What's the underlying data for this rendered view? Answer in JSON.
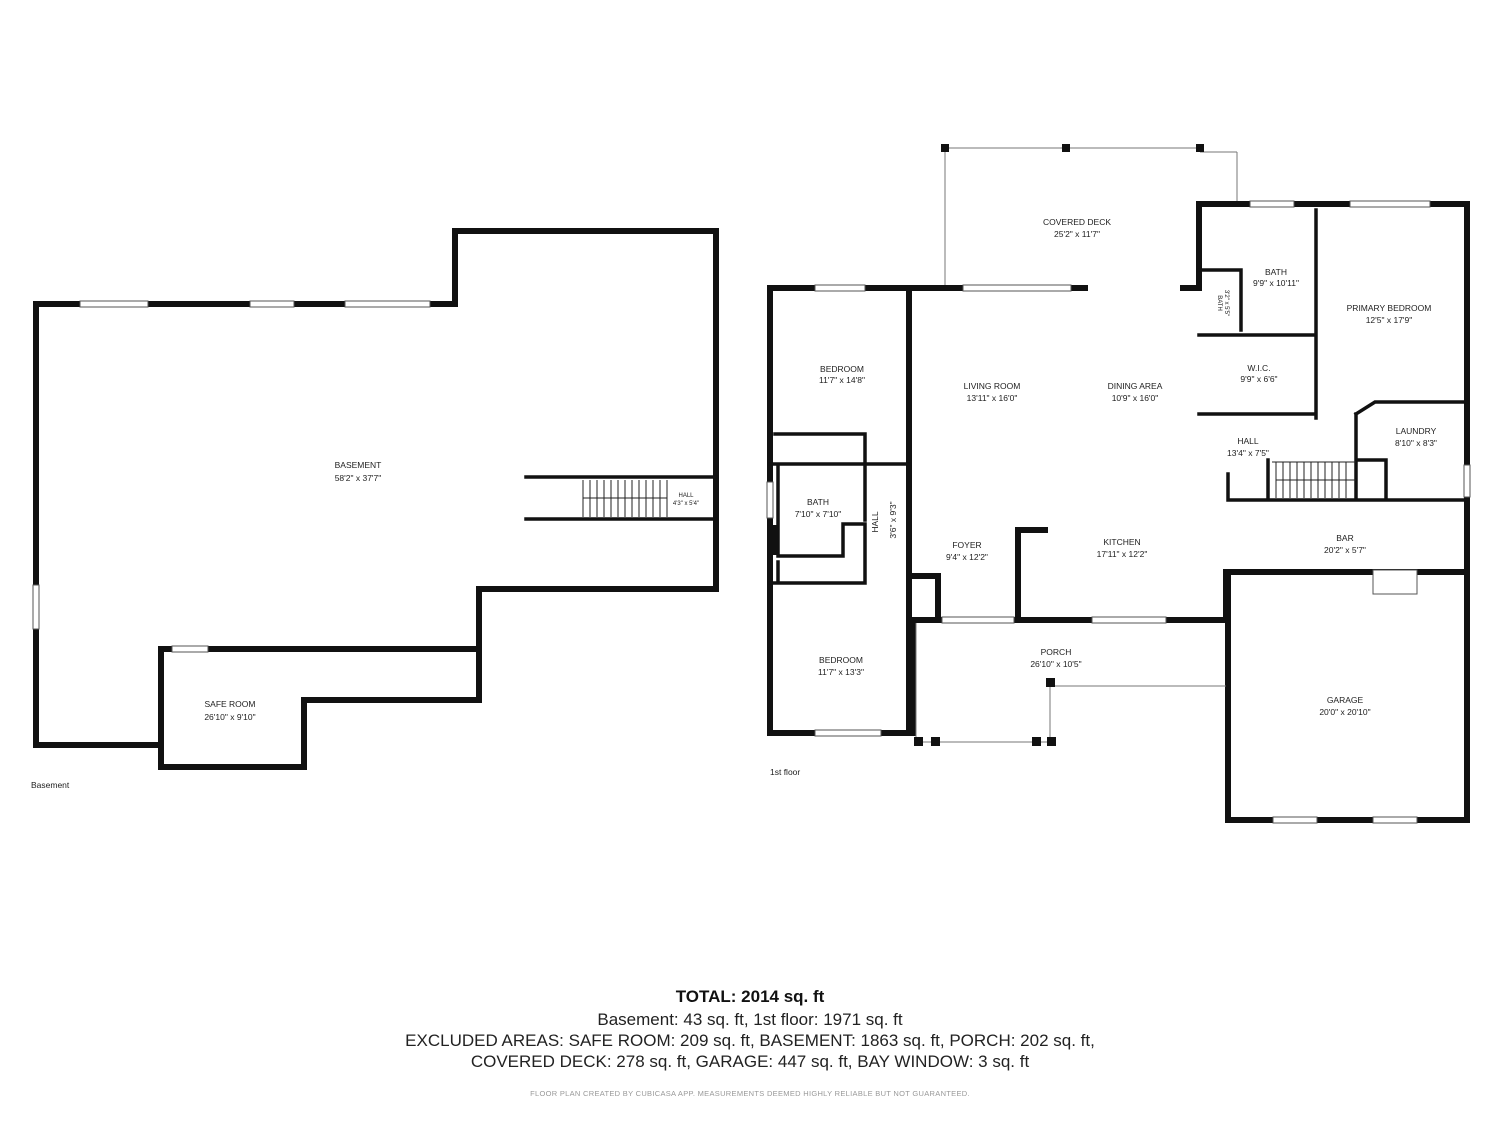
{
  "floors": {
    "basement": {
      "label": "Basement",
      "rooms": [
        {
          "name": "BASEMENT",
          "dims": "58'2\" x 37'7\""
        },
        {
          "name": "HALL",
          "dims": "4'3\" x 5'4\""
        },
        {
          "name": "SAFE ROOM",
          "dims": "26'10\" x 9'10\""
        }
      ]
    },
    "first": {
      "label": "1st floor",
      "rooms": [
        {
          "name": "COVERED DECK",
          "dims": "25'2\" x 11'7\""
        },
        {
          "name": "BATH",
          "dims": "9'9\" x 10'11\""
        },
        {
          "name": "BATH",
          "dims": "3'2\" x 5'5\""
        },
        {
          "name": "PRIMARY BEDROOM",
          "dims": "12'5\" x 17'9\""
        },
        {
          "name": "W.I.C.",
          "dims": "9'9\" x 6'6\""
        },
        {
          "name": "BEDROOM",
          "dims": "11'7\" x 14'8\""
        },
        {
          "name": "LIVING ROOM",
          "dims": "13'11\" x 16'0\""
        },
        {
          "name": "DINING AREA",
          "dims": "10'9\" x 16'0\""
        },
        {
          "name": "LAUNDRY",
          "dims": "8'10\" x 8'3\""
        },
        {
          "name": "HALL",
          "dims": "13'4\" x 7'5\""
        },
        {
          "name": "BATH",
          "dims": "7'10\" x 7'10\""
        },
        {
          "name": "HALL",
          "dims": "3'6\" x 9'3\""
        },
        {
          "name": "FOYER",
          "dims": "9'4\" x 12'2\""
        },
        {
          "name": "KITCHEN",
          "dims": "17'11\" x 12'2\""
        },
        {
          "name": "BAR",
          "dims": "20'2\" x 5'7\""
        },
        {
          "name": "BEDROOM",
          "dims": "11'7\" x 13'3\""
        },
        {
          "name": "PORCH",
          "dims": "26'10\" x 10'5\""
        },
        {
          "name": "GARAGE",
          "dims": "20'0\" x 20'10\""
        }
      ]
    }
  },
  "summary": {
    "total": "TOTAL: 2014 sq. ft",
    "line2": "Basement: 43 sq. ft, 1st floor: 1971 sq. ft",
    "line3": "EXCLUDED AREAS: SAFE ROOM: 209 sq. ft, BASEMENT: 1863 sq. ft, PORCH: 202 sq. ft,",
    "line4": "COVERED DECK: 278 sq. ft, GARAGE: 447 sq. ft, BAY WINDOW: 3 sq. ft",
    "credit": "FLOOR PLAN CREATED BY CUBICASA APP. MEASUREMENTS DEEMED HIGHLY RELIABLE BUT NOT GUARANTEED."
  }
}
